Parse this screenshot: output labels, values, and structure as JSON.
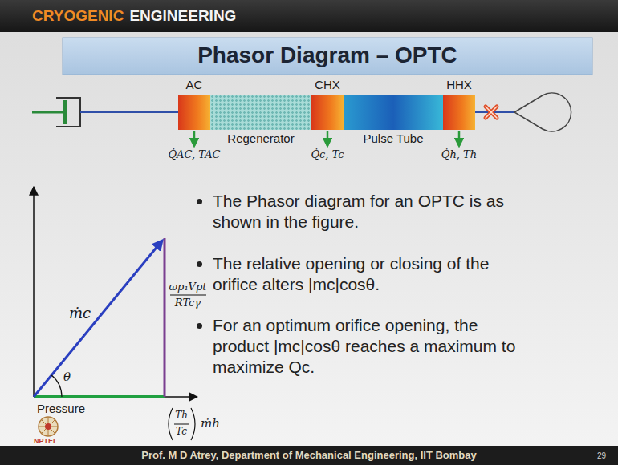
{
  "diagram": {
    "title": "Phasor Diagram – OPTC",
    "nodes": [
      {
        "text": [
          "AC"
        ]
      },
      {
        "text": [
          "Regenerator"
        ]
      },
      {
        "text": [
          "CHX"
        ]
      },
      {
        "text": [
          "Pulse Tube"
        ]
      },
      {
        "text": [
          "HHX"
        ]
      }
    ],
    "labels": [
      "CRYOGENIC",
      "ENGINEERING",
      "Q̇AC, TAC",
      "Q̇c, Tc",
      "Q̇h, Th",
      "ṁc",
      "θ",
      "ωp₁Vpt",
      "RTcγ",
      "Pressure",
      "Th",
      "Tc",
      "ṁh",
      "The Phasor diagram for an OPTC is as shown in the figure.",
      "The relative opening or closing of the orifice alters |mc|cosθ.",
      "For an optimum orifice opening, the product |mc|cosθ reaches a maximum to maximize Qc.",
      "NPTEL",
      "Prof. M D Atrey, Department of Mechanical Engineering, IIT Bombay",
      "29"
    ]
  }
}
